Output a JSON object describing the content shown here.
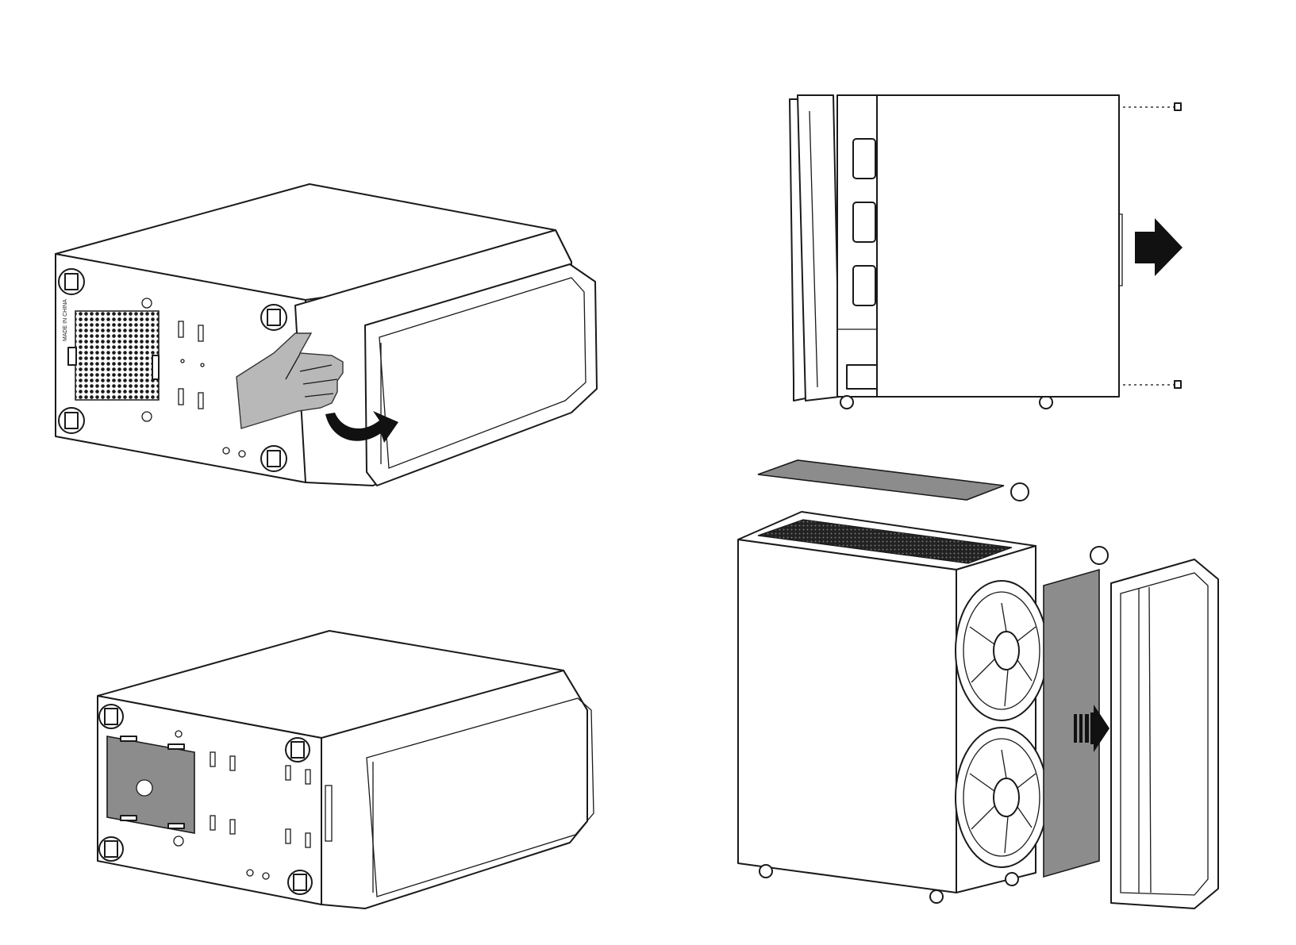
{
  "figure": {
    "panels": [
      {
        "step": "remove-front-panel",
        "description_visible": false
      },
      {
        "step": "remove-side-panel",
        "arrow_direction": "right"
      },
      {
        "step": "case-bottom-view",
        "description_visible": false
      },
      {
        "step": "remove-dust-filters",
        "callout_markers": 2
      }
    ],
    "chassis_stamp": "MADE IN CHINA",
    "colors": {
      "line": "#1a1a1a",
      "filter": "#8c8c8c",
      "hand": "#b8b8b8",
      "arrow": "#111111"
    }
  }
}
